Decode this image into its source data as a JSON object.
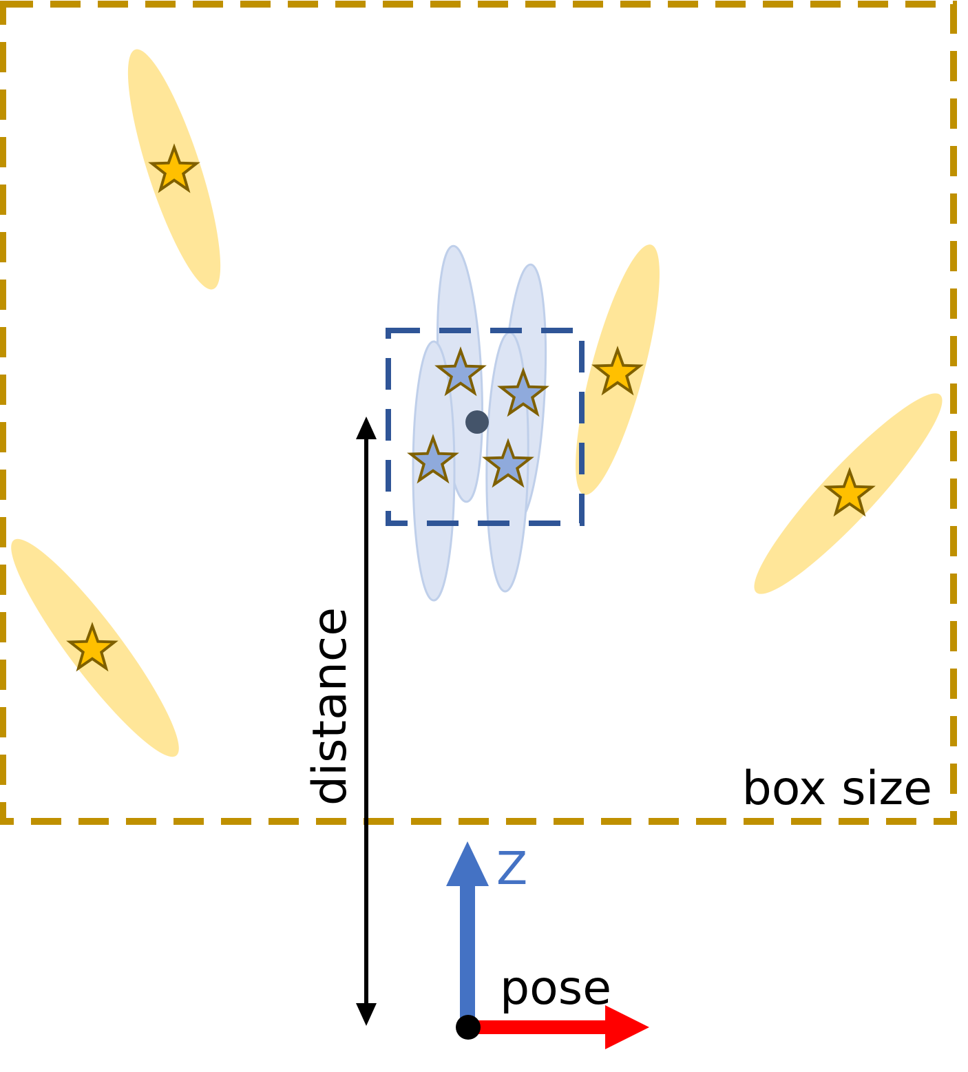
{
  "labels": {
    "box_size": "box size",
    "distance": "distance",
    "z_axis": "Z",
    "pose": "pose"
  },
  "colors": {
    "outer_box": "#BF9000",
    "inner_box": "#2F5597",
    "far_ellipse": "#FFE699",
    "near_ellipse": "#D6E0F3",
    "near_ellipse_stroke": "#B4C7E7",
    "gold_star": "#FFC000",
    "blue_star": "#8FAADC",
    "star_stroke": "#7F6000",
    "z_arrow": "#4472C4",
    "pose_arrow": "#FF0000",
    "distance_arrow": "#000000",
    "center_dot": "#44546A",
    "origin_dot": "#000000"
  },
  "icons": {
    "star": "star-icon",
    "center": "center-dot-icon",
    "origin": "origin-dot-icon"
  }
}
